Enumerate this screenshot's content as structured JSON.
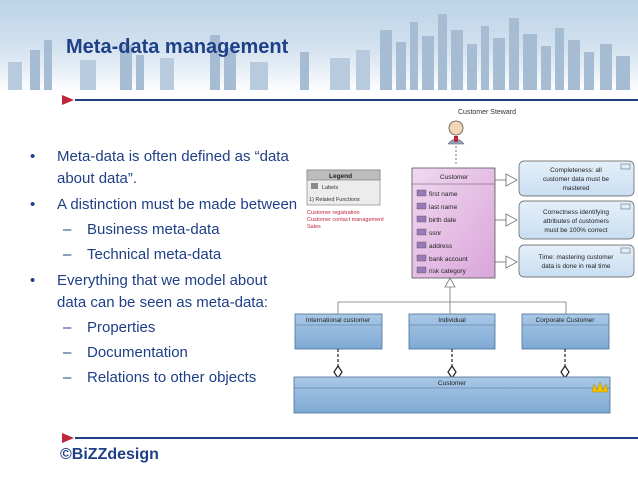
{
  "slide": {
    "title": "Meta-data management",
    "logo_copyright": "©",
    "logo_text": "BiZZdesign",
    "bullets": [
      "Meta-data is often defined as “data about data”.",
      "A distinction must be made between",
      "Everything that we model about data can be seen as meta-data:"
    ],
    "sub_bullets_b": [
      "Business meta-data",
      "Technical meta-data"
    ],
    "sub_bullets_c": [
      "Properties",
      "Documentation",
      "Relations to other objects"
    ],
    "bullet_mark": "•",
    "sub_mark": "–"
  },
  "diagram": {
    "steward_label": "Customer Steward",
    "legend": {
      "title": "Legend",
      "labels_row": "Labels",
      "functions_row": "1)    Related Functions",
      "functions": [
        "Customer registration",
        "Customer contact management",
        "Sales"
      ]
    },
    "customer_box": {
      "title": "Customer",
      "attributes": [
        "first name",
        "last name",
        "birth date",
        "ssnr",
        "address",
        "bank account",
        "risk category"
      ]
    },
    "notes": [
      {
        "lines": [
          "Completeness: all",
          "customer data must be",
          "mastered"
        ]
      },
      {
        "lines": [
          "Correctness identifying",
          "attributes of customers",
          "must be 100% correct"
        ]
      },
      {
        "lines": [
          "Time: mastering customer",
          "data is done in real time"
        ]
      }
    ],
    "subtypes": [
      "International customer",
      "Individual",
      "Corporate Customer"
    ],
    "bottom_customer": "Customer",
    "colors": {
      "title_blue": "#1f3f86",
      "accent_red": "#c0263a",
      "entity_purple": "#e5bfe5",
      "blue_box": "#8fb6dc",
      "note_fill": "#d6e7f6"
    }
  }
}
